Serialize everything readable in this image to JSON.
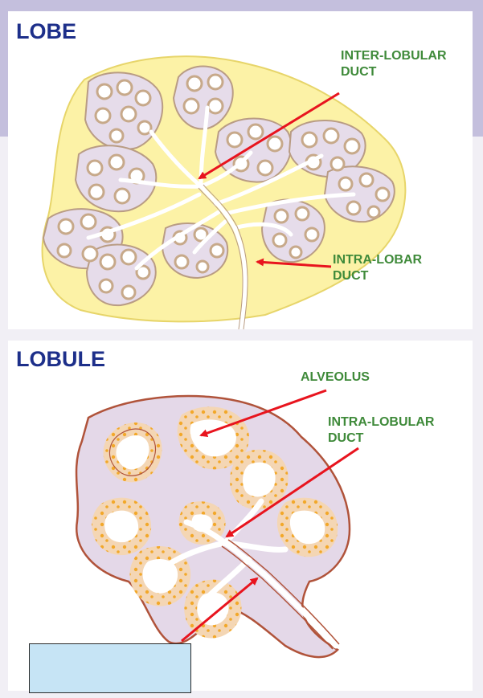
{
  "lobe": {
    "title": "LOBE",
    "labels": {
      "inter_lobular_duct": [
        "INTER-LOBULAR",
        "DUCT"
      ],
      "intra_lobar_duct": [
        "INTRA-LOBAR",
        "DUCT"
      ]
    }
  },
  "lobule": {
    "title": "LOBULE",
    "labels": {
      "alveolus": "ALVEOLUS",
      "intra_lobular_duct": [
        "INTRA-LOBULAR",
        "DUCT"
      ]
    }
  },
  "colors": {
    "title": "#1d2f8a",
    "label": "#3f8a3a",
    "arrow": "#e8141e",
    "lobe_fill": "#fcf2a6",
    "lobule_fill": "#e4d8e8",
    "alveolus_wall": "#f4d6b4",
    "cell_nucleus": "#f2a82a",
    "blank_box": "#c6e4f5"
  }
}
